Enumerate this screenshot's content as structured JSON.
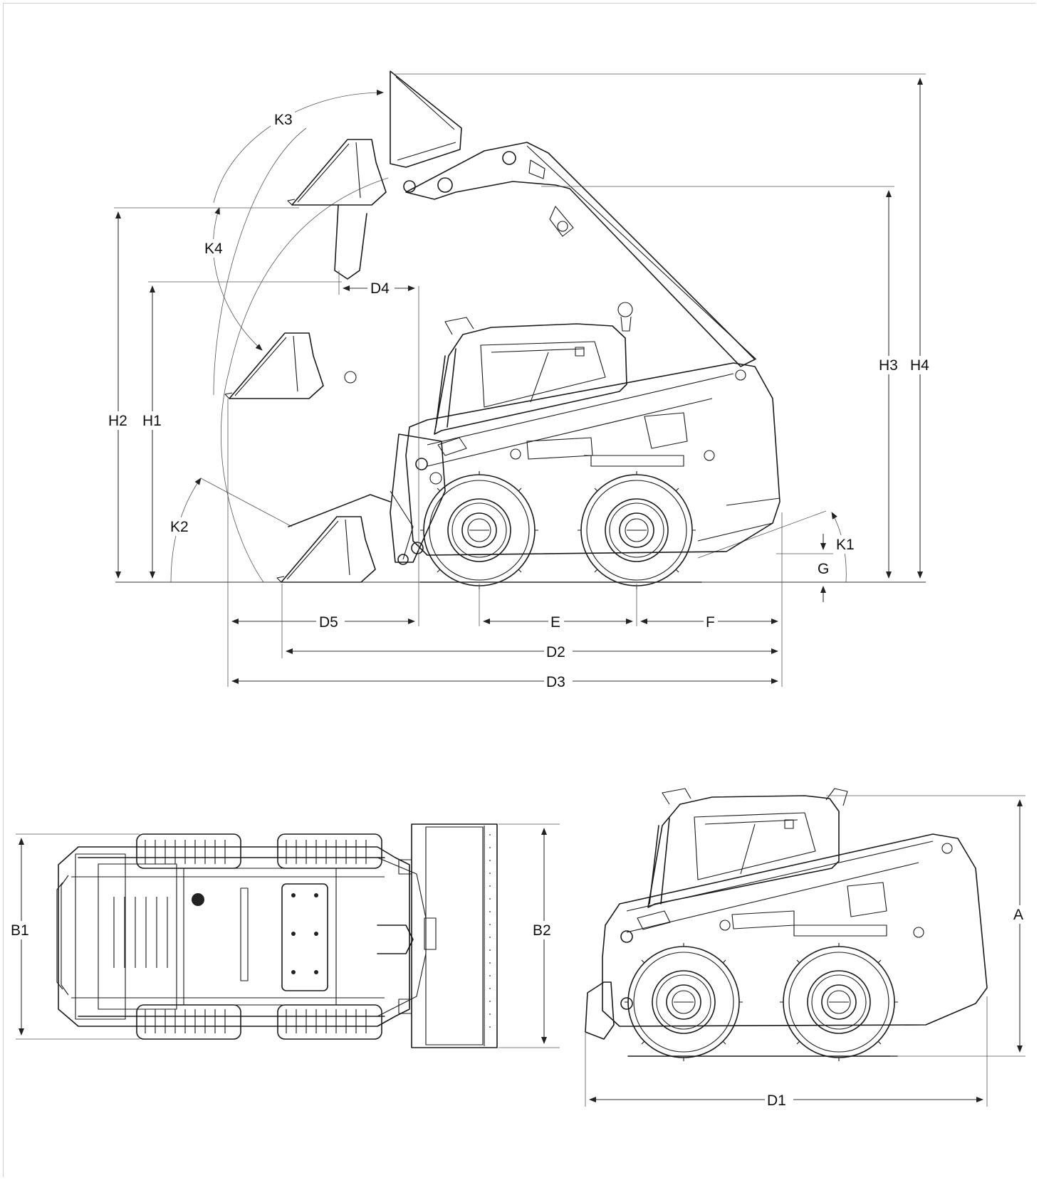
{
  "labels": {
    "K3": "K3",
    "K4": "K4",
    "K2": "K2",
    "K1": "K1",
    "D4": "D4",
    "D5": "D5",
    "E": "E",
    "F": "F",
    "G": "G",
    "D2": "D2",
    "D3": "D3",
    "H1": "H1",
    "H2": "H2",
    "H3": "H3",
    "H4": "H4",
    "B1": "B1",
    "B2": "B2",
    "A": "A",
    "D1": "D1"
  }
}
